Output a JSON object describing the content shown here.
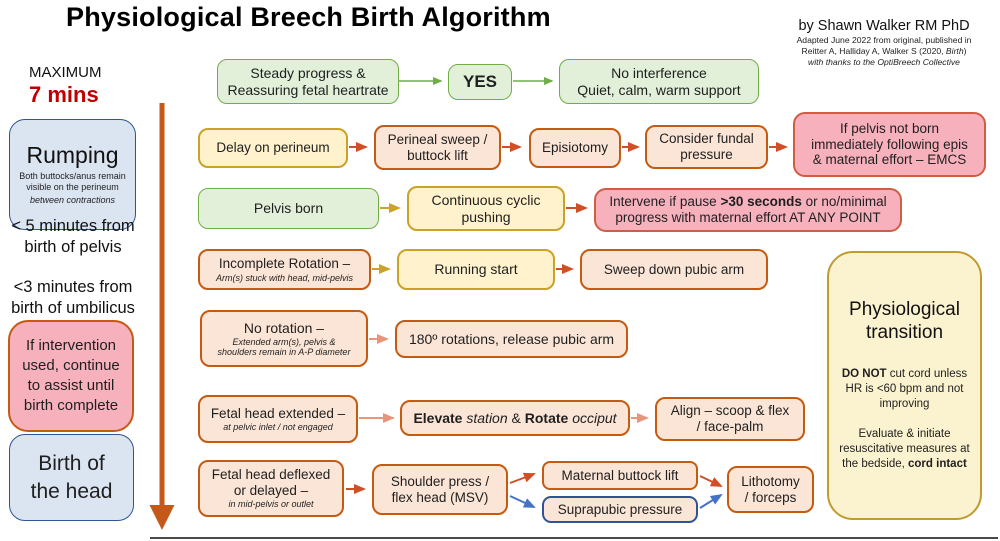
{
  "title": "Physiological Breech Birth Algorithm",
  "attribution": {
    "author": "by Shawn Walker RM PhD",
    "line1": "Adapted June  2022 from original, published in",
    "line2_pre": "Reitter A, Halliday A, Walker S (2020, ",
    "line2_italic": "Birth",
    "line2_post": ")",
    "line3": "with thanks to the OptiBreech Collective"
  },
  "sidebar": {
    "maximum_label": "MAXIMUM",
    "duration": "7 mins",
    "rumping": {
      "title": "Rumping",
      "sub": "Both buttocks/anus remain\nvisible on the perineum",
      "sub_italic": "between contractions"
    },
    "note1": "< 5 minutes from\nbirth of pelvis",
    "note2": "<3 minutes from\nbirth of umbilicus",
    "intervention": "If intervention\nused, continue\nto assist until\nbirth complete",
    "birth_head": "Birth of\nthe head"
  },
  "flow": {
    "row1": {
      "steady": "Steady progress &\nReassuring fetal heartrate",
      "yes": "YES",
      "no_interference": "No interference\nQuiet, calm, warm support"
    },
    "row2": {
      "delay": "Delay on perineum",
      "sweep": "Perineal sweep /\nbuttock lift",
      "episiotomy": "Episiotomy",
      "fundal": "Consider fundal\npressure",
      "emcs": "If pelvis not born\nimmediately following epis\n& maternal effort – EMCS"
    },
    "row3": {
      "pelvis_born": "Pelvis born",
      "pushing": "Continuous cyclic\npushing",
      "intervene_pre": "Intervene if pause ",
      "intervene_bold": ">30 seconds",
      "intervene_post": " or no/minimal\nprogress with maternal effort AT ANY POINT"
    },
    "row4": {
      "incomplete_title": "Incomplete Rotation –",
      "incomplete_sub": "Arm(s) stuck with head, mid-pelvis",
      "running": "Running start",
      "sweep_pubic": "Sweep down pubic arm"
    },
    "row5": {
      "no_rotation_title": "No rotation –",
      "no_rotation_sub": "Extended arm(s), pelvis &\nshoulders remain in A-P diameter",
      "rotations": "180º rotations, release pubic arm"
    },
    "row6": {
      "extended_title": "Fetal head extended –",
      "extended_sub": "at pelvic inlet / not engaged",
      "elevate_b1": "Elevate",
      "elevate_i1": " station ",
      "elevate_mid": "& ",
      "elevate_b2": "Rotate",
      "elevate_i2": " occiput",
      "align": "Align – scoop & flex\n/ face-palm"
    },
    "row7": {
      "deflexed_title": "Fetal head deflexed\nor delayed –",
      "deflexed_sub": "in mid-pelvis or outlet",
      "shoulder": "Shoulder press /\nflex head (MSV)",
      "buttock_lift": "Maternal buttock lift",
      "suprapubic": "Suprapubic pressure",
      "lithotomy": "Lithotomy\n/ forceps"
    }
  },
  "transition": {
    "title": "Physiological\ntransition",
    "p1_bold": "DO NOT",
    "p1_rest": " cut cord unless\nHR is <60 bpm and not\nimproving",
    "p2_pre": "Evaluate & initiate\nresuscitative measures at\nthe bedside, ",
    "p2_bold": "cord intact"
  },
  "palette": {
    "green_fill": "#e2efd9",
    "green_border": "#70ad47",
    "yellow_fill": "#fff2cc",
    "yellow_border": "#c9a227",
    "salmon_fill": "#fbe5d6",
    "salmon_border": "#c55a11",
    "pink_fill": "#f6b1bd",
    "pink_border": "#d05c43",
    "blue_fill": "#dbe4f1",
    "blue_border": "#2f5496",
    "cream_fill": "#fbf2cf",
    "cream_border": "#bf9b30",
    "arrow_green": "#70ad47",
    "arrow_gold": "#cda22a",
    "arrow_orange": "#cf4f26",
    "arrow_salmon": "#e8967a",
    "arrow_blue": "#4472c4",
    "big_arrow": "#c4591a",
    "accent_red": "#c00000"
  }
}
